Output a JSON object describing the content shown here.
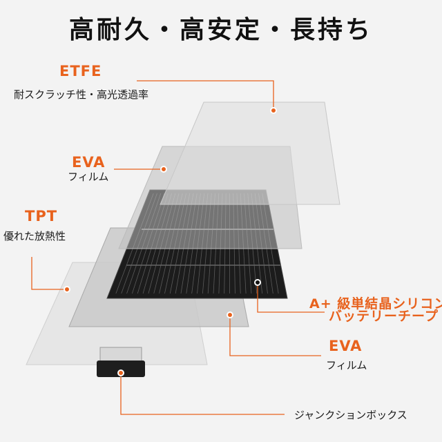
{
  "title": "高耐久・高安定・長持ち",
  "colors": {
    "accent": "#e8621d",
    "background": "#f3f3f3",
    "panel": "#1c1c1c"
  },
  "layers": [
    {
      "name": "ETFE",
      "description": "耐スクラッチ性・高光透過率"
    },
    {
      "name": "EVA",
      "description": "フィルム"
    },
    {
      "name": "TPT",
      "description": "優れた放熱性"
    },
    {
      "name_line1": "A+ 級単結晶シリコン",
      "name_line2": "バッテリーチープ"
    },
    {
      "name": "EVA",
      "description": "フィルム"
    },
    {
      "description": "ジャンクションボックス"
    }
  ]
}
